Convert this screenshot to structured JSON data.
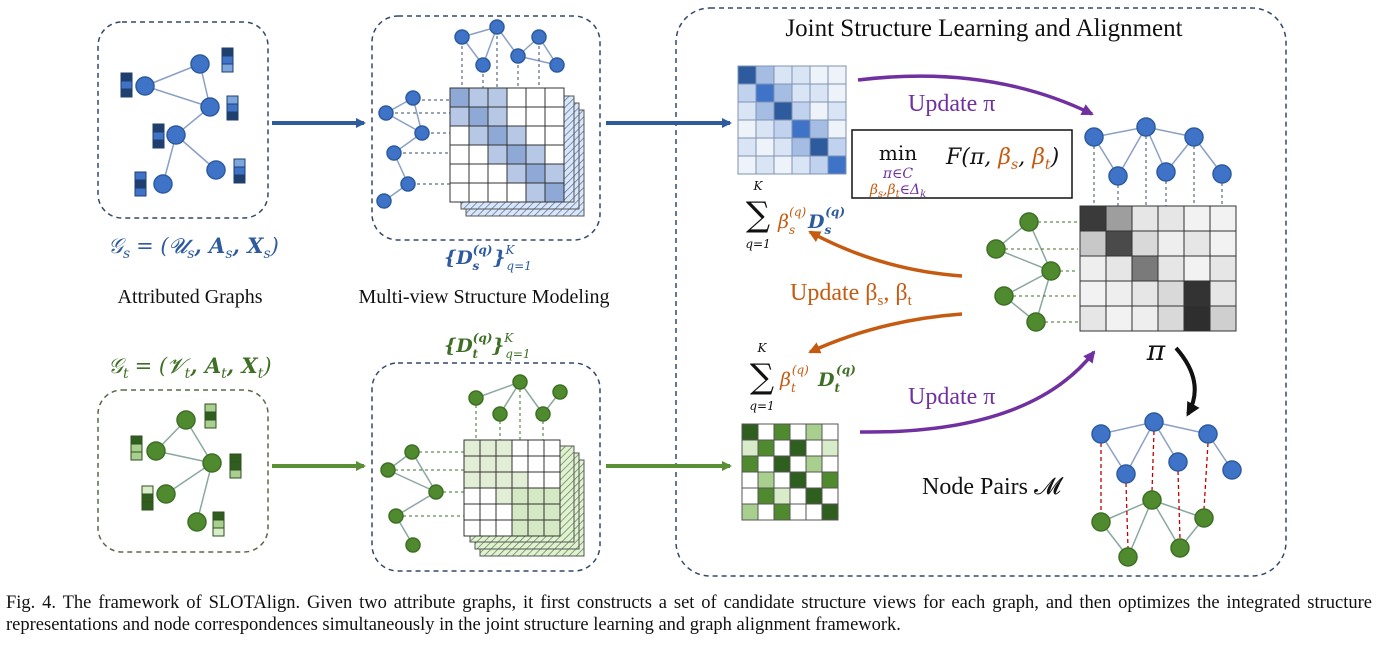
{
  "labels": {
    "joint_title": "Joint Structure Learning and Alignment",
    "attributed_graphs": "Attributed Graphs",
    "multiview": "Multi-view Structure Modeling",
    "update_pi_top": "Update π",
    "update_pi_bottom": "Update π",
    "update_beta": "Update β",
    "node_pairs": "Node Pairs 𝓜",
    "pi_symbol": "π"
  },
  "formulas": {
    "gs_lhs": "𝒢",
    "gs_rhs": "= (𝓤",
    "gs_rest": ", 𝑨",
    "gs_x": ", 𝑿",
    "gt_lhs": "𝒢",
    "gt_rhs": "= (𝓥",
    "ds_set": "{𝑫",
    "dt_set": "{𝑫",
    "min": "min",
    "min_sub1": "π∈C",
    "min_sub2": "βs,βt∈Δk",
    "objective": "F(π, ",
    "sum_k": "K",
    "sum_q": "q=1"
  },
  "caption": {
    "label": "Fig. 4.",
    "text": "The framework of SLOTAlign. Given two attribute graphs, it first constructs a set of candidate structure views for each graph, and then optimizes the integrated structure representations and node correspondences simultaneously in the joint structure learning and graph alignment framework."
  },
  "colors": {
    "blue_node": "#3f73c8",
    "blue_dark": "#2d5b9e",
    "green_node": "#4f8a2e",
    "green_dark": "#3f6f26",
    "purple": "#7030a0",
    "orange": "#c55a11",
    "border": "#34496b"
  }
}
